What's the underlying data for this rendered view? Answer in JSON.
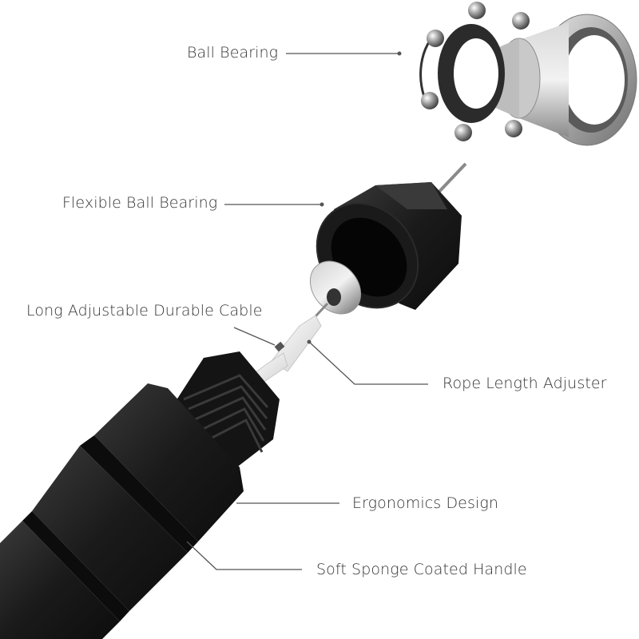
{
  "diagram": {
    "type": "exploded-product-view",
    "subject": "speed jump rope handle",
    "colors": {
      "background": "#ffffff",
      "label_text": "#333333",
      "leader_line": "#555555",
      "handle": "#1c1c1c",
      "metal": "#b8b8b8"
    }
  },
  "labels": [
    {
      "id": "ball-bearing",
      "text": "Ball Bearing"
    },
    {
      "id": "flexible-ball-bearing",
      "text": "Flexible Ball Bearing"
    },
    {
      "id": "cable",
      "text": "Long Adjustable Durable Cable"
    },
    {
      "id": "length-adjuster",
      "text": "Rope Length Adjuster"
    },
    {
      "id": "ergonomics",
      "text": "Ergonomics Design"
    },
    {
      "id": "handle",
      "text": "Soft Sponge Coated Handle"
    }
  ]
}
